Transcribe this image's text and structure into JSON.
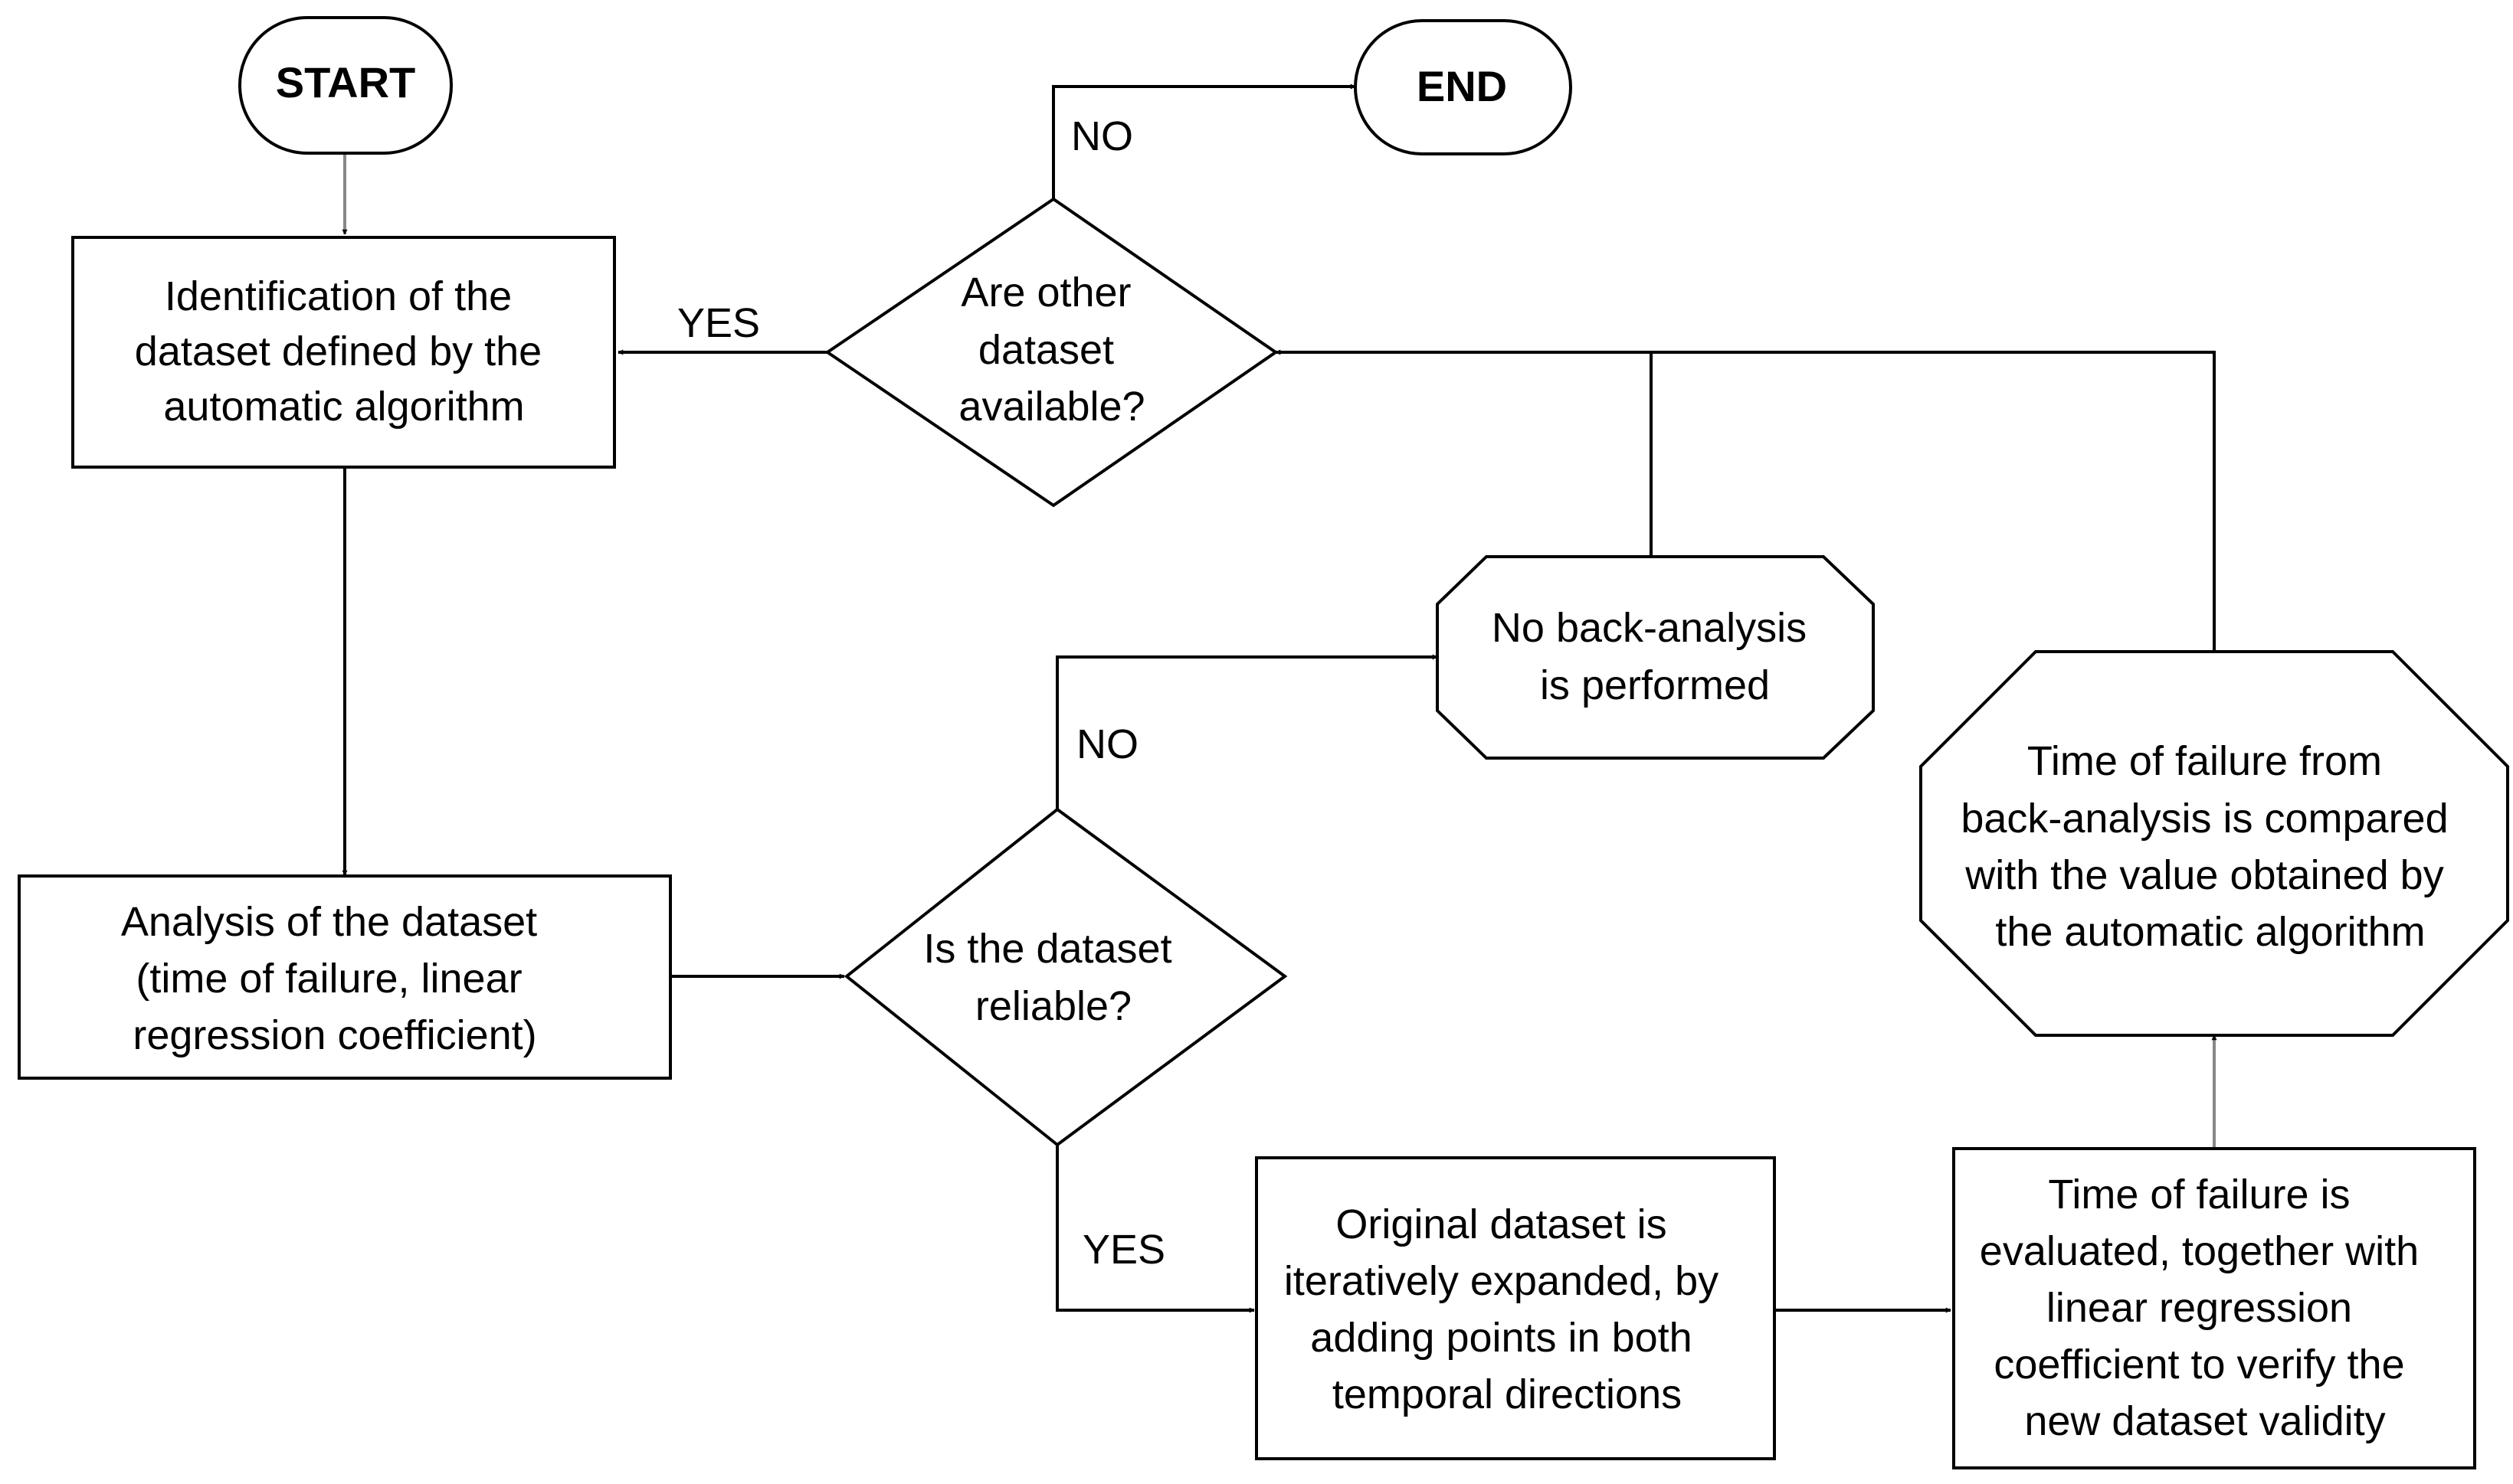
{
  "nodes": {
    "start": {
      "label": "START"
    },
    "end": {
      "label": "END"
    },
    "identification": {
      "lines": [
        "Identification of the",
        "dataset defined by the",
        "automatic algorithm"
      ]
    },
    "other_dataset": {
      "lines": [
        "Are other",
        "dataset",
        "available?"
      ]
    },
    "no_back_analysis": {
      "lines": [
        "No back-analysis",
        "is performed"
      ]
    },
    "time_compared": {
      "lines": [
        "Time of failure from",
        "back-analysis is compared",
        "with the value obtained by",
        "the automatic algorithm"
      ]
    },
    "analysis": {
      "lines": [
        "Analysis of the dataset",
        "(time of failure, linear",
        "regression coefficient)"
      ]
    },
    "reliable": {
      "lines": [
        "Is the dataset",
        "reliable?"
      ]
    },
    "expanded": {
      "lines": [
        "Original dataset is",
        "iteratively expanded, by",
        "adding points in both",
        "temporal directions"
      ]
    },
    "evaluated": {
      "lines": [
        "Time of failure is",
        "evaluated, together with",
        "linear regression",
        "coefficient to verify the",
        "new dataset validity"
      ]
    }
  },
  "labels": {
    "no_end": "NO",
    "yes_identification": "YES",
    "no_back": "NO",
    "yes_expand": "YES"
  }
}
